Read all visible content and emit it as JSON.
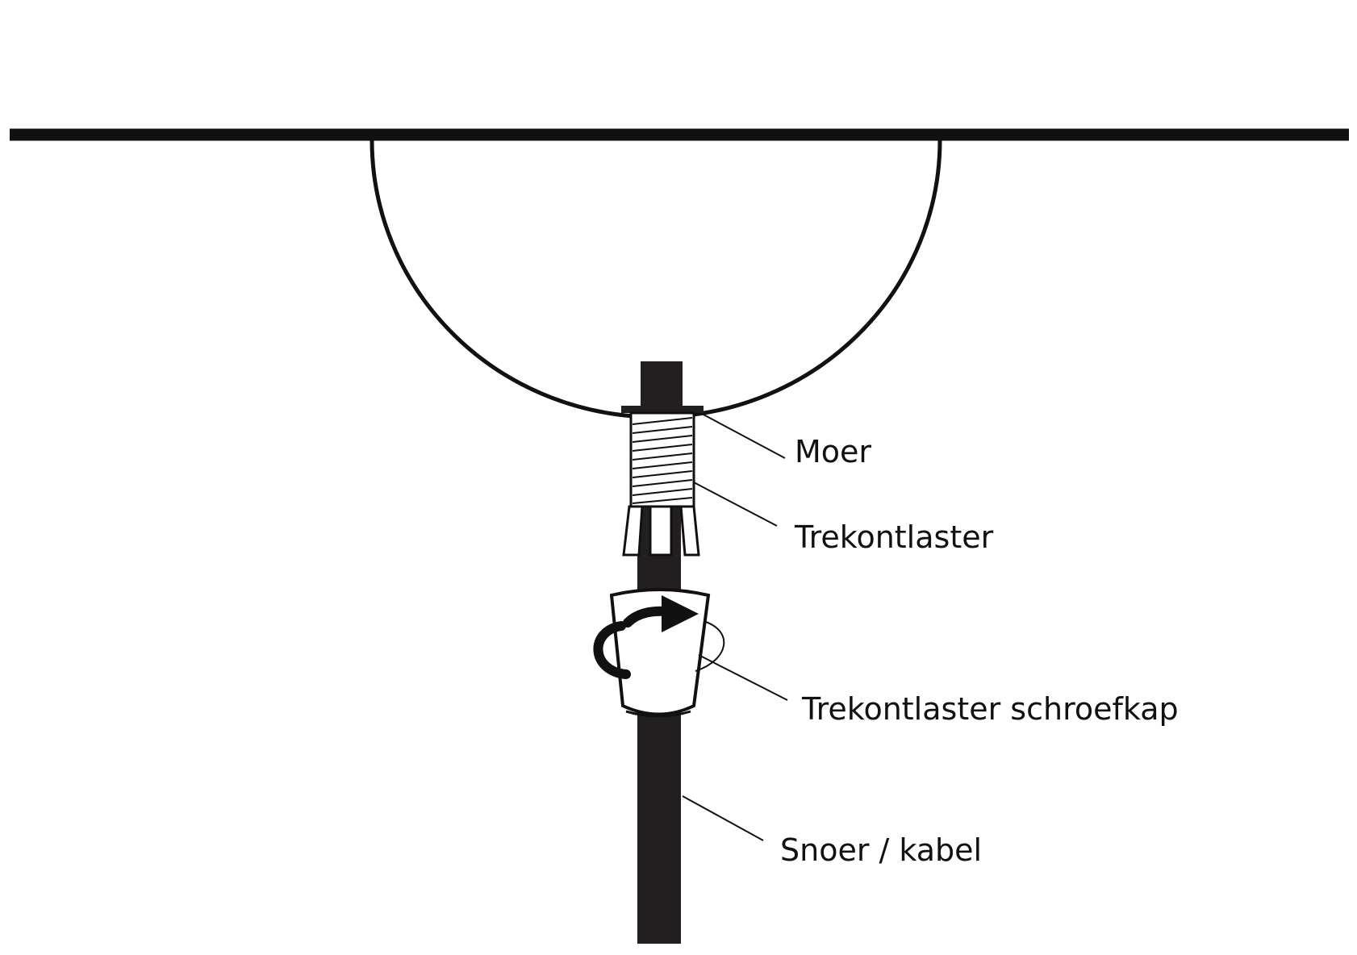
{
  "labels": {
    "nut": "Moer",
    "strain_relief": "Trekontlaster",
    "strain_relief_cap": "Trekontlaster schroefkap",
    "cable": "Snoer / kabel"
  },
  "colors": {
    "ink": "#111111",
    "cable": "#231f20",
    "background": "#ffffff"
  },
  "icons": {
    "rotation": "rotate-arrow-icon"
  }
}
